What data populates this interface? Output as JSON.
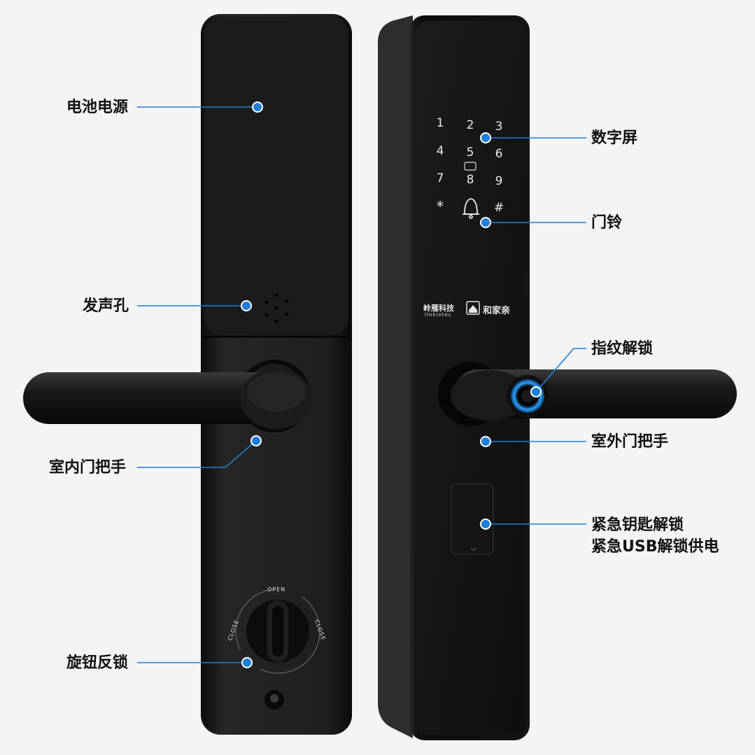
{
  "labels": {
    "battery": "电池电源",
    "speaker": "发声孔",
    "inner_handle": "室内门把手",
    "knob": "旋钮反锁",
    "screen": "数字屏",
    "doorbell": "门铃",
    "fingerprint": "指纹解锁",
    "outer_handle": "室外门把手",
    "emergency_key": "紧急钥匙解锁",
    "emergency_usb": "紧急USB解锁供电"
  },
  "keypad": [
    "1",
    "2",
    "3",
    "4",
    "5",
    "6",
    "7",
    "8",
    "9",
    "*",
    "#"
  ],
  "brand": {
    "name_cn": "岭雁科技",
    "name_en": "linkintec",
    "partner": "和家亲"
  },
  "dial": {
    "open": "OPEN",
    "close_left": "CLOSE",
    "close_right": "CLOSE"
  },
  "colors": {
    "accent": "#1e7fd8",
    "lock_body": "#1b1b1b",
    "background": "#f4f4f4"
  }
}
